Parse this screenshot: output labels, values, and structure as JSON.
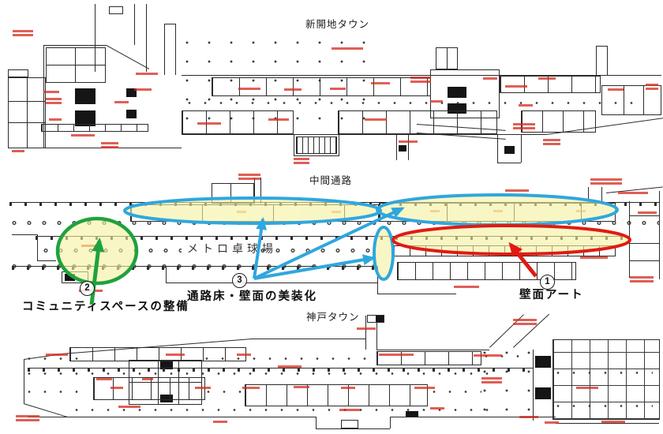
{
  "sections": {
    "top": {
      "title": "新開地タウン"
    },
    "middle": {
      "title": "中間通路",
      "room_label": "メトロ卓球場"
    },
    "bottom": {
      "title": "神戸タウン"
    }
  },
  "annotations": {
    "item1": {
      "number": "1",
      "label": "壁面アート"
    },
    "item2": {
      "number": "2",
      "label": "コミュニティスペースの整備"
    },
    "item3": {
      "number": "3",
      "label": "通路床・壁面の美装化"
    }
  },
  "colors": {
    "highlight_fill": "#f6f2a2",
    "blue": "#2fa7de",
    "green": "#1fa23d",
    "red": "#e01b12",
    "wall": "#2b2b2b",
    "red_label_marks": "#d42a1e"
  }
}
